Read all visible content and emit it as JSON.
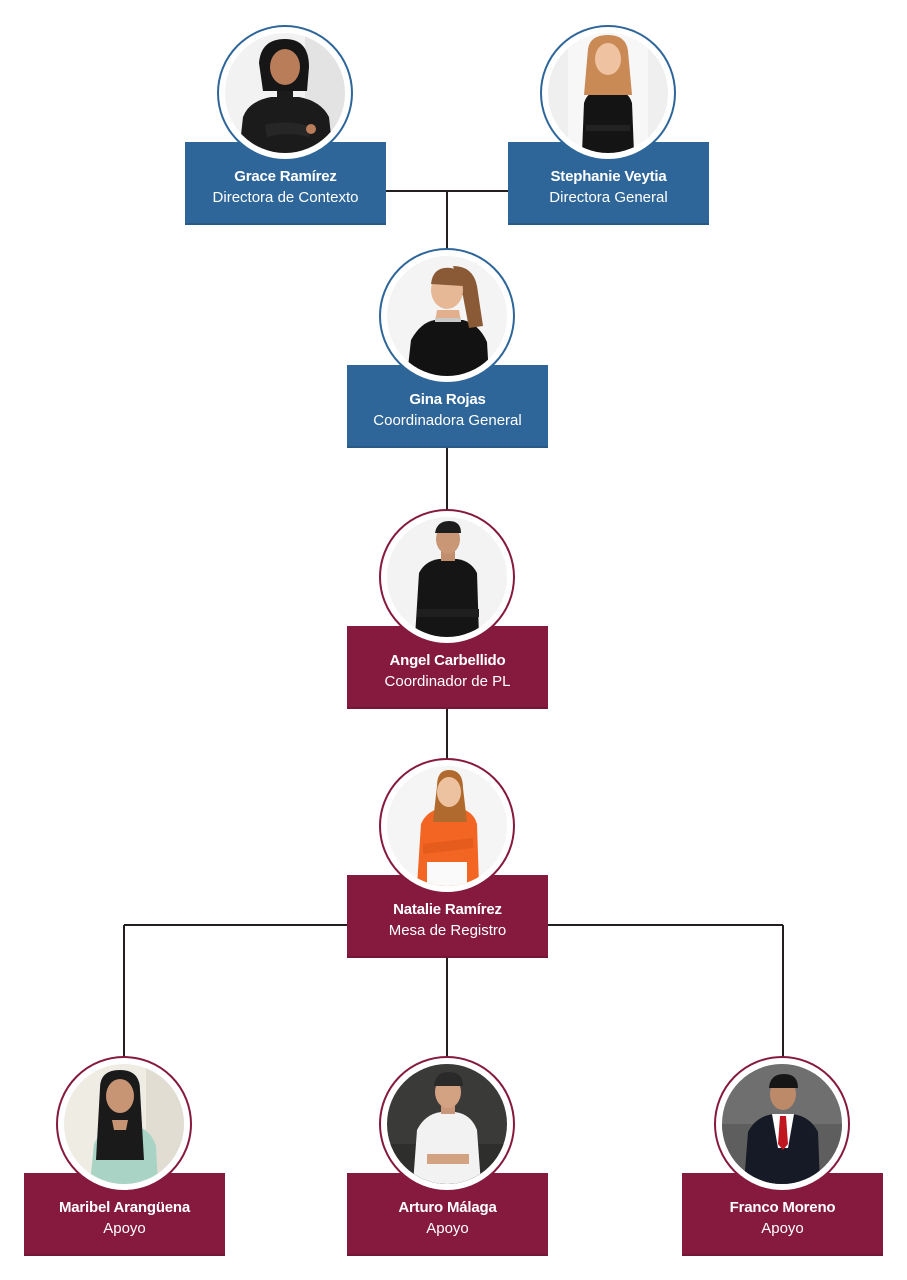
{
  "colors": {
    "blue": "#2f6699",
    "maroon": "#851a3e",
    "connector": "#231f20"
  },
  "people": [
    {
      "id": "grace",
      "name": "Grace Ramírez",
      "role": "Directora de Contexto",
      "color": "blue",
      "photo": "portrait-woman-black-turtleneck"
    },
    {
      "id": "stephanie",
      "name": "Stephanie Veytia",
      "role": "Directora General",
      "color": "blue",
      "photo": "portrait-woman-black-blazer"
    },
    {
      "id": "gina",
      "name": "Gina Rojas",
      "role": "Coordinadora General",
      "color": "blue",
      "photo": "portrait-woman-black-halter"
    },
    {
      "id": "angel",
      "name": "Angel Carbellido",
      "role": "Coordinador de PL",
      "color": "maroon",
      "photo": "portrait-man-black-shirt"
    },
    {
      "id": "natalie",
      "name": "Natalie Ramírez",
      "role": "Mesa de Registro",
      "color": "maroon",
      "photo": "portrait-woman-orange-shirt"
    },
    {
      "id": "maribel",
      "name": "Maribel Arangüena",
      "role": "Apoyo",
      "color": "maroon",
      "photo": "portrait-woman-green-dress"
    },
    {
      "id": "arturo",
      "name": "Arturo Málaga",
      "role": "Apoyo",
      "color": "maroon",
      "photo": "portrait-man-white-shirt"
    },
    {
      "id": "franco",
      "name": "Franco Moreno",
      "role": "Apoyo",
      "color": "maroon",
      "photo": "portrait-man-suit-red-tie"
    }
  ],
  "reporting_lines": [
    {
      "from": [
        "grace",
        "stephanie"
      ],
      "to": "gina"
    },
    {
      "from": "gina",
      "to": "angel"
    },
    {
      "from": "angel",
      "to": "natalie"
    },
    {
      "from": "natalie",
      "to": [
        "maribel",
        "arturo",
        "franco"
      ]
    }
  ]
}
